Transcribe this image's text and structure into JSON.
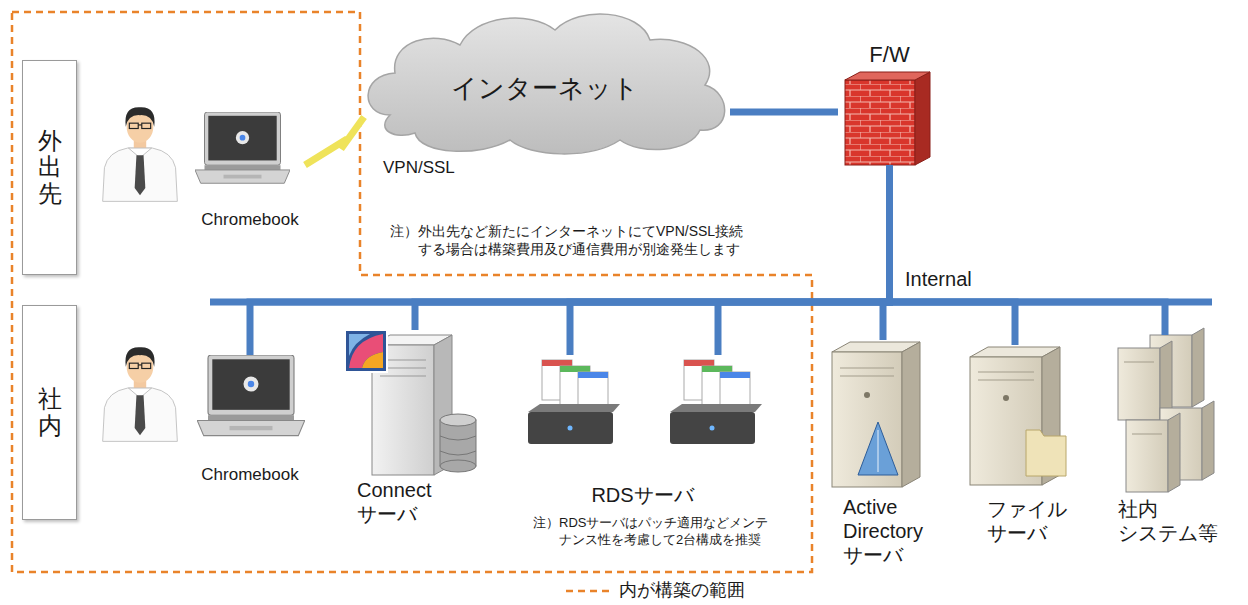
{
  "diagram": {
    "nodes": [
      {
        "text": [
          "外出先"
        ]
      },
      {
        "text": [
          "Chromebook"
        ]
      },
      {
        "text": [
          "インターネット"
        ]
      },
      {
        "text": [
          "F/W"
        ]
      },
      {
        "text": [
          "社内"
        ]
      },
      {
        "text": [
          "Chromebook"
        ]
      },
      {
        "text": [
          "Connect サーバ"
        ]
      },
      {
        "text": [
          "RDSサーバ"
        ]
      },
      {
        "text": [
          "Active Directory サーバ"
        ]
      },
      {
        "text": [
          "ファイル サーバ"
        ]
      },
      {
        "text": [
          "社内 システム等"
        ]
      }
    ],
    "edges": [
      {
        "from": 1,
        "to": 2,
        "arrow": "none",
        "label": "VPN/SSL"
      },
      {
        "from": 2,
        "to": 3,
        "arrow": "none"
      },
      {
        "from": 3,
        "to": 5,
        "arrow": "none"
      },
      {
        "from": 3,
        "to": 6,
        "arrow": "none"
      },
      {
        "from": 3,
        "to": 7,
        "arrow": "none"
      },
      {
        "from": 3,
        "to": 8,
        "arrow": "none"
      },
      {
        "from": 3,
        "to": 9,
        "arrow": "none"
      },
      {
        "from": 3,
        "to": 10,
        "arrow": "none"
      }
    ],
    "labels": [
      "注）外出先など新たにインターネットにてVPN/SSL接続 する場合は構築費用及び通信費用が別途発生します",
      "Internal",
      "注）RDSサーバはパッチ適用などメンテナンス性を考慮して2台構成を推奨"
    ],
    "legend": [
      {
        "text": "内が構築の範囲"
      }
    ]
  }
}
